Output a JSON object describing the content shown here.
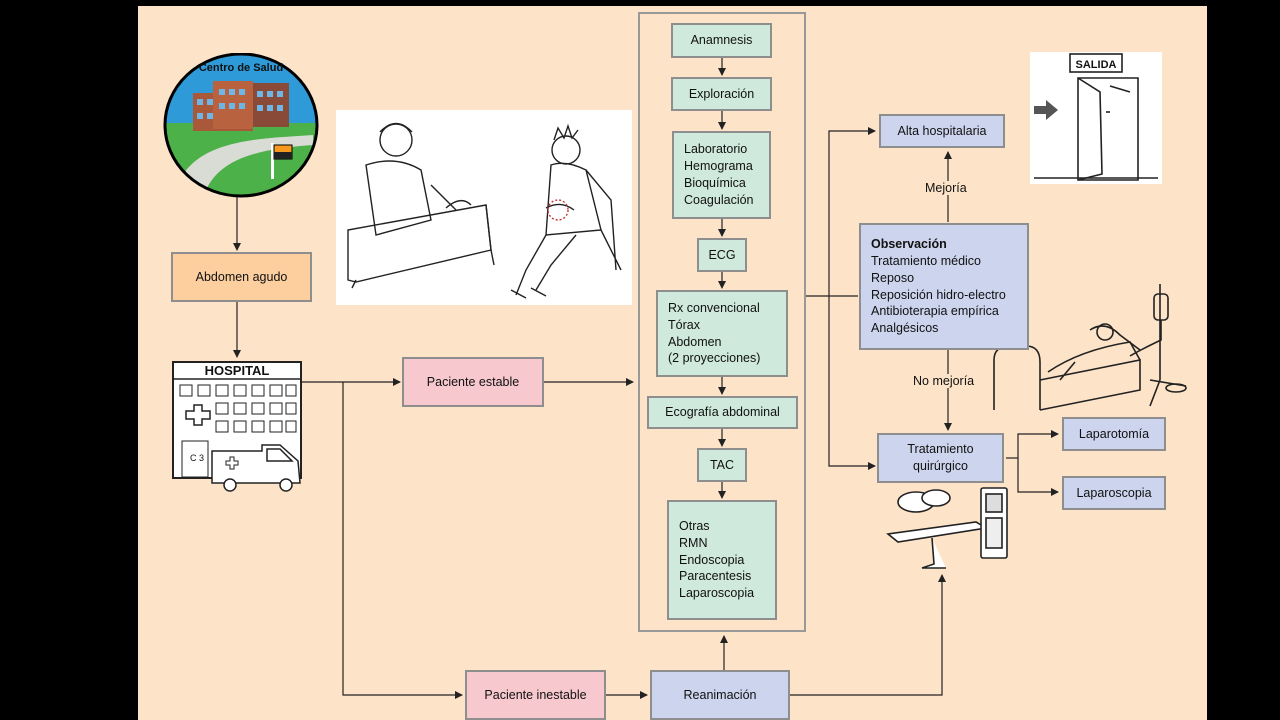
{
  "boxes": {
    "centro_salud": "Centro de Salud",
    "abdomen_agudo": "Abdomen agudo",
    "hospital": "HOSPITAL",
    "paciente_estable": "Paciente estable",
    "paciente_inestable": "Paciente inestable",
    "reanimacion": "Reanimación",
    "anamnesis": "Anamnesis",
    "exploracion": "Exploración",
    "laboratorio": [
      "Laboratorio",
      "Hemograma",
      "Bioquímica",
      "Coagulación"
    ],
    "ecg": "ECG",
    "rx": [
      "Rx convencional",
      "Tórax",
      "Abdomen",
      "(2 proyecciones)"
    ],
    "ecografia": "Ecografía abdominal",
    "tac": "TAC",
    "otras": [
      "Otras",
      "RMN",
      "Endoscopia",
      "Paracentesis",
      "Laparoscopia"
    ],
    "alta": "Alta hospitalaria",
    "observacion_title": "Observación",
    "observacion": [
      "Tratamiento médico",
      "Reposo",
      "Reposición hidro-electro",
      "Antibioterapia empírica",
      "Analgésicos"
    ],
    "tratamiento": [
      "Tratamiento",
      "quirúrgico"
    ],
    "laparotomia": "Laparotomía",
    "laparoscopia": "Laparoscopia"
  },
  "labels": {
    "mejoria": "Mejoría",
    "no_mejoria": "No mejoría",
    "salida": "SALIDA",
    "ambulance_mark": "C 3"
  },
  "colors": {
    "background": "#fde4c9",
    "green": "#cfe9dd",
    "orange": "#fdcf9e",
    "pink": "#f7c8cd",
    "blue": "#cdd5ee",
    "border": "#8e8e8e"
  }
}
